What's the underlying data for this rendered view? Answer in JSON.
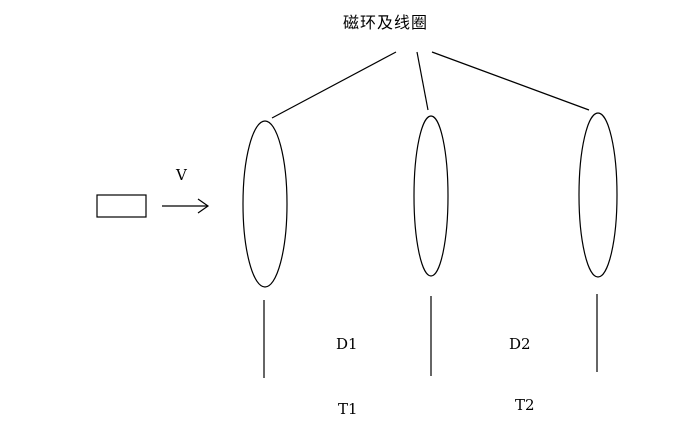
{
  "title": "磁环及线圈",
  "velocity_label": "V",
  "distance_labels": [
    "D1",
    "D2"
  ],
  "time_labels": [
    "T1",
    "T2"
  ]
}
